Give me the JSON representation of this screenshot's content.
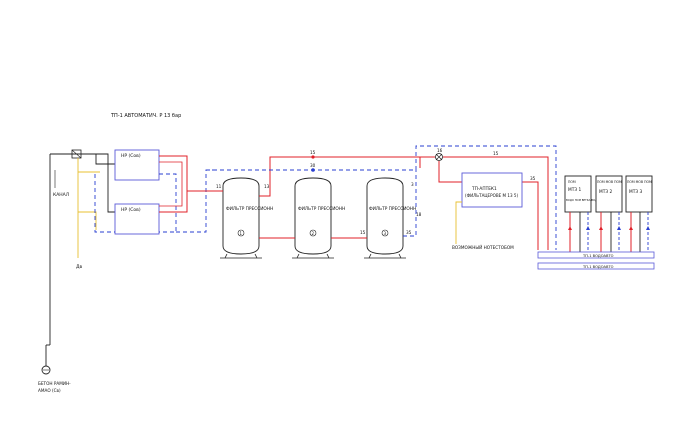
{
  "colors": {
    "background": "#ffffff",
    "supply_line": "#e0202a",
    "return_line": "#2a3fd0",
    "drain_line": "#e8c030",
    "equipment": "#5a5ad8",
    "outline": "#222222"
  },
  "labels": {
    "top_title": "ТП-1 АВТОМАТИЧ. Р 13 бар",
    "kanal": "КАНАЛ",
    "pump_1": "НР (Сов)",
    "pump_2": "НР (Сов)",
    "drain": "Дв",
    "well_pump_1": "БЕТОН РАМИН-",
    "well_pump_2": "АМАО (Св)",
    "filter_1_label": "ФИЛЬТР ПРЕССИОНН",
    "filter_2_label": "ФИЛЬТР ПРЕССИОНН",
    "filter_3_label": "ФИЛЬТР ПРЕССИОНН",
    "filter_1_num": "1",
    "filter_2_num": "2",
    "filter_3_num": "3",
    "tag_11": "11",
    "tag_13": "13",
    "tag_15": "15",
    "tag_30": "30",
    "tag_15b": "15",
    "tag_35": "35",
    "tag_18": "18",
    "tag_16": "16",
    "tag_15c": "15",
    "tag_3l": "3",
    "softener_1": "ТП-АПТЕК1",
    "softener_2": "(ФИЛЬТАЦЕРОВЕ М 13 5)",
    "sampling": "ВОЗМОЖНЫЙ НОТЕСТОБОМ",
    "unit_1_head": "ПОМ",
    "unit_1_name": "МТЗ 1",
    "unit_1_foot": "ВОДО ПОМ ВЕТКА ВОДА ОКОЛО",
    "unit_2_head": "ПОМ МОВ ПОМ",
    "unit_2_name": "МТЗ 2",
    "unit_3_head": "ПОМ МОВ ПОМ",
    "unit_3_name": "МТЗ 3",
    "manifold_1": "ТП-1 ВОДОАВТО",
    "manifold_2": "ТП-1 ВОДОАВТО"
  }
}
